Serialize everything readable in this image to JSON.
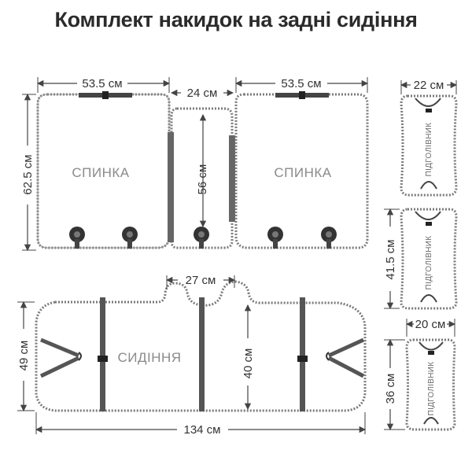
{
  "title": "Комплект накидок на задні сидіння",
  "labels": {
    "backrest_left": "СПИНКА",
    "backrest_right": "СПИНКА",
    "seat": "СИДІННЯ",
    "headrest_1": "ПІДГОЛІВНИК",
    "headrest_2": "ПІДГОЛІВНИК",
    "headrest_3": "ПІДГОЛІВНИК"
  },
  "dimensions": {
    "back_left_width": "53.5 см",
    "back_middle_width": "24 см",
    "back_right_width": "53.5 см",
    "back_height": "62.5 см",
    "back_middle_height": "56 см",
    "seat_notch_width": "27 см",
    "seat_height": "49 см",
    "seat_middle_height": "40 см",
    "seat_width": "134 см",
    "headrest_1_width": "22 см",
    "headrest_2_height": "41.5 см",
    "headrest_3_width": "20 см",
    "headrest_3_height": "36 см"
  },
  "colors": {
    "outline": "#7a7a7a",
    "strap": "#555555",
    "text": "#2b2b2b",
    "label": "#8a8a8a"
  }
}
